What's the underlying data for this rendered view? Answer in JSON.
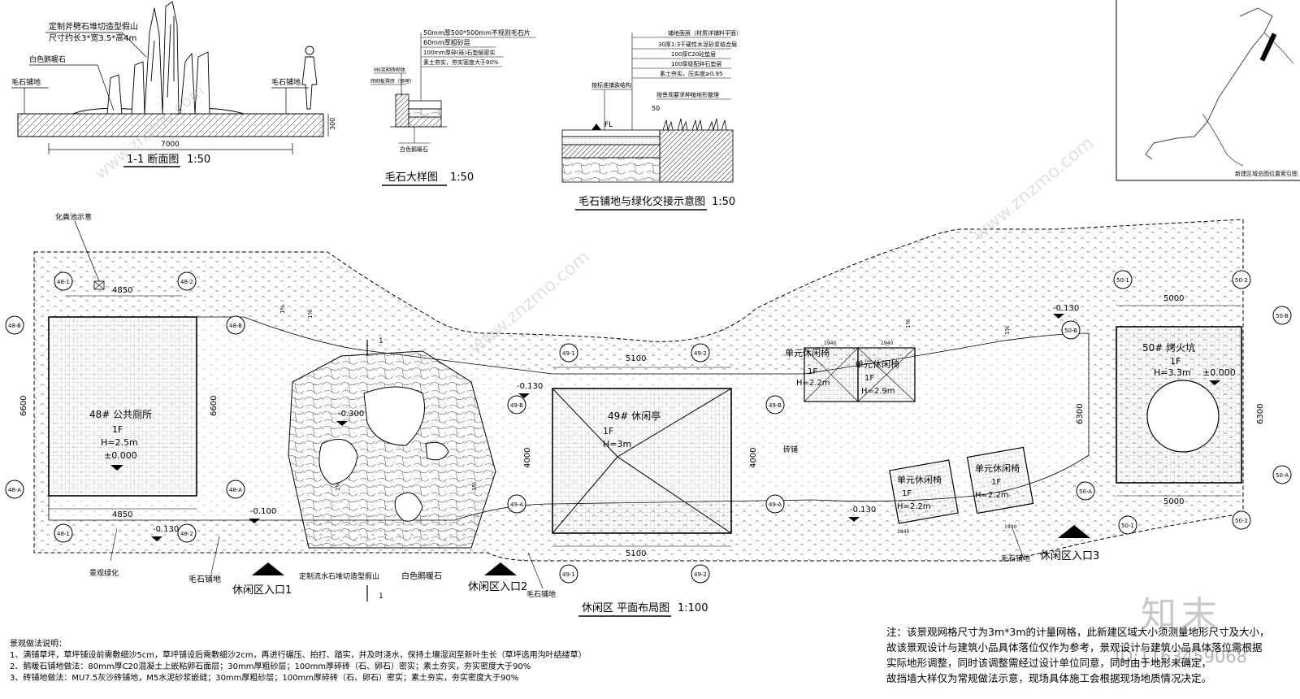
{
  "section_1_1": {
    "title": "1-1 断面图",
    "scale": "1:50",
    "label_rockery": "定制斧劈石堆切造型假山",
    "label_size": "尺寸约长3*宽3.5*高4m",
    "label_white_pebble": "白色鹅暖石",
    "label_rubble_left": "毛石铺地",
    "label_rubble_right": "毛石铺地",
    "dim_length": "7000",
    "dim_depth": "300"
  },
  "rubble_detail": {
    "title": "毛石大样图",
    "scale": "1:50",
    "label_wall": "M5浆砌砖砌体",
    "label_top": "砖砌板凳砖（预埋）",
    "label_base": "白色鹅暖石",
    "layers": [
      "50mm厚500*500mm不规则毛石片",
      "60mm厚粗砂层",
      "100mm厚碎(砾)石垫层密实",
      "素土夯实，夯实密度大于90%"
    ]
  },
  "joint_detail": {
    "title": "毛石铺地与绿化交接示意图",
    "scale": "1:50",
    "layers": [
      "铺地面层（材质详铺料平面）",
      "30厚1:3干硬性水泥砂浆结合层",
      "100厚C20砼垫层",
      "100厚级配碎石垫层",
      "素土夯实，压实度≥0.95"
    ],
    "label_struct": "按标准铺装结构",
    "label_plant": "按景观要求种植地形整理",
    "label_fl": "FL",
    "dim_50": "50"
  },
  "key_map": {
    "caption": "新建区域总图位置索引图"
  },
  "plan": {
    "title": "休闲区 平面布局图",
    "scale": "1:100",
    "label_septic": "化粪池示意",
    "toilet": {
      "name": "48# 公共厕所",
      "floor": "1F",
      "height": "H=2.5m",
      "elev": "±0.000",
      "dim_w_top": "4850",
      "dim_w_bottom": "4850",
      "dim_h_left": "6600",
      "dim_h_right": "6600",
      "axes": [
        "48-1",
        "48-2",
        "48-1",
        "48-2",
        "48-B",
        "48-B",
        "48-A",
        "48-A"
      ]
    },
    "pavilion": {
      "name": "49# 休闲亭",
      "floor": "1F",
      "height": "H=3m",
      "dim_w_top": "5100",
      "dim_w_bottom": "5100",
      "dim_h_left": "4000",
      "dim_h_right": "4000",
      "axes": [
        "49-1",
        "49-2",
        "49-1",
        "49-2",
        "49-B",
        "49-B",
        "49-A",
        "49-A"
      ]
    },
    "firepit": {
      "name": "50# 烤火坑",
      "floor": "1F",
      "height": "H=3.3m",
      "elev": "±0.000",
      "dim_w_top": "5000",
      "dim_w_bottom": "5000",
      "dim_h_left": "6300",
      "dim_h_right": "6300",
      "axes": [
        "50-1",
        "50-2",
        "50-1",
        "50-2",
        "50-B",
        "50-B",
        "50-A",
        "50-A"
      ]
    },
    "seats": [
      {
        "name": "单元休闲椅",
        "floor": "1F",
        "height": "H=2.2m",
        "dim": "1940"
      },
      {
        "name": "单元休闲椅",
        "floor": "1F",
        "height": "H=2.9m",
        "dim": "1940"
      },
      {
        "name": "单元休闲椅",
        "floor": "1F",
        "height": "H=2.2m",
        "dim": "1940"
      },
      {
        "name": "单元休闲椅",
        "floor": "1F",
        "height": "H=2.2m",
        "dim": "1940"
      }
    ],
    "elevations": [
      "-0.300",
      "-0.130",
      "-0.100",
      "-0.130",
      "-0.130",
      "-0.130"
    ],
    "slope": "1%",
    "labels": {
      "landscape_green": "景观绿化",
      "rubble_1": "毛石铺地",
      "rubble_2": "毛石铺地",
      "rubble_3": "毛石铺地",
      "brick": "砖铺",
      "rockery": "定制流水石堆切造型假山",
      "pebble": "白色鹅暖石",
      "entrance_1": "休闲区入口1",
      "entrance_2": "休闲区入口2",
      "entrance_3": "休闲区入口3",
      "section_mark": "1"
    }
  },
  "notes_left": {
    "title": "景观做法说明：",
    "items": [
      "1、满铺草坪，草坪铺设前需敷细沙5cm，草坪铺设后需敷细沙2cm，再进行碾压、拍打、踏实，并及时浇水，保持土壤湿润至新叶生长（草坪选用沟叶结缕草）",
      "2、鹅暖石铺地做法：80mm厚C20混凝土上嵌粘卵石面层；30mm厚粗砂层；100mm厚碎砖（石、卵石）密实；素土夯实，夯实密度大于90%",
      "3、砖铺地做法：MU7.5灰沙砖铺地，M5水泥砂浆嵌缝；30mm厚粗砂层；100mm厚碎砖（石、卵石）密实；素土夯实，夯实密度大于90%"
    ]
  },
  "notes_right": {
    "lines": [
      "注：该景观网格尺寸为3m*3m的计量网格，此新建区域大小须测量地形尺寸及大小，",
      "故该景观设计与建筑小品具体落位仅作为参考，景观设计与建筑小品具体落位需根据",
      "实际地形调整，同时该调整需经过设计单位同意，同时由于地形未确定，",
      "故挡墙大样仅为常规做法示意，现场具体施工会根据现场地质情况决定。"
    ]
  },
  "watermark": {
    "brand": "知末",
    "id": "ID:1163459068",
    "site": "www.znzmo.com"
  }
}
